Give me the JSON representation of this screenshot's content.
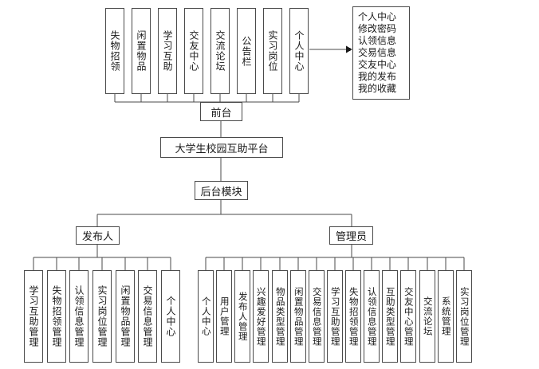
{
  "title": "大学生校园互助平台",
  "front": {
    "label": "前台",
    "modules": [
      "失物招领",
      "闲置物品",
      "学习互助",
      "交友中心",
      "交流论坛",
      "公告栏",
      "实习岗位",
      "个人中心"
    ]
  },
  "backend": {
    "label": "后台模块"
  },
  "publisher": {
    "label": "发布人",
    "items": [
      "学习互助管理",
      "失物招领管理",
      "认领信息管理",
      "实习岗位管理",
      "闲置物品管理",
      "交易信息管理",
      "个人中心"
    ]
  },
  "admin": {
    "label": "管理员",
    "items": [
      "个人中心",
      "用户管理",
      "发布人管理",
      "兴趣爱好管理",
      "物品类型管理",
      "闲置物品管理",
      "交易信息管理",
      "学习互助管理",
      "失物招领管理",
      "认领信息管理",
      "互助类型管理",
      "交友中心管理",
      "交流论坛",
      "系统管理",
      "实习岗位管理"
    ]
  },
  "annotation": {
    "lines": [
      "个人中心",
      "修改密码",
      "认领信息",
      "交易信息",
      "交友中心",
      "我的发布",
      "我的收藏"
    ]
  },
  "colors": {
    "line": "#4a4a4a",
    "border": "#4a4a4a",
    "background": "#ffffff"
  }
}
